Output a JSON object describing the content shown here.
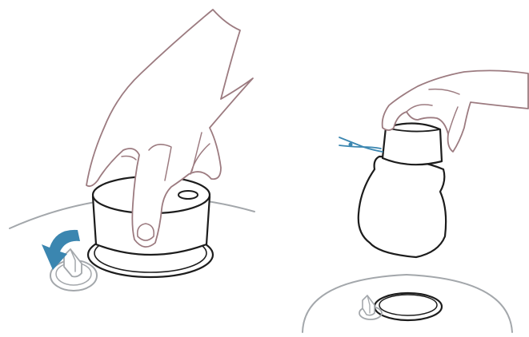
{
  "colors": {
    "skin_outline": "#9c7b80",
    "device_outline": "#1c1c1c",
    "base_outline": "#a3a7ab",
    "arrow_fill": "#3b86b0",
    "string": "#3b86b0",
    "background": "#ffffff",
    "fill": "#ffffff"
  },
  "panels": [
    {
      "step": "left",
      "icon": "turn-knob-counterclockwise-arrow-icon",
      "depicts": [
        "hand",
        "filter-cylinder",
        "base-rim",
        "latch-knob",
        "rotation-arrow"
      ]
    },
    {
      "step": "right",
      "icon": "lift-out-bag-icon",
      "depicts": [
        "hand",
        "filter-cylinder",
        "dust-bag",
        "drawstring",
        "base-rim",
        "latch-knob",
        "opening"
      ]
    }
  ]
}
